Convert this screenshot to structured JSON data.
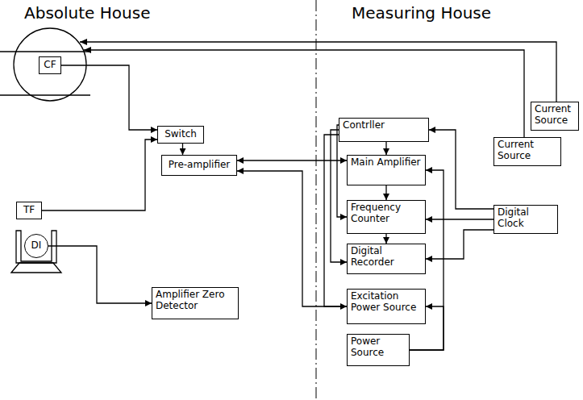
{
  "diagram": {
    "nodes": [
      {
        "text": [
          "CF"
        ]
      },
      {
        "text": [
          "Switch"
        ]
      },
      {
        "text": [
          "TF"
        ]
      },
      {
        "text": [
          "Pre-amplifier"
        ]
      },
      {
        "text": [
          "DI"
        ]
      },
      {
        "text": [
          "Amplifier Zero Detector"
        ]
      },
      {
        "text": [
          "Current Source"
        ]
      },
      {
        "text": [
          "Current Source"
        ]
      },
      {
        "text": [
          "Contrller"
        ]
      },
      {
        "text": [
          "Main Amplifier"
        ]
      },
      {
        "text": [
          "Frequency Counter"
        ]
      },
      {
        "text": [
          "Digital Recorder"
        ]
      },
      {
        "text": [
          "Excitation Power Source"
        ]
      },
      {
        "text": [
          "Digital Clock"
        ]
      },
      {
        "text": [
          "Power Source"
        ]
      }
    ],
    "edges": [
      {
        "from": 0,
        "to": 1,
        "arrow": "to"
      },
      {
        "from": 2,
        "to": 1,
        "arrow": "to"
      },
      {
        "from": 1,
        "to": 3,
        "arrow": "to"
      },
      {
        "from": 3,
        "to": 9,
        "arrow": "both"
      },
      {
        "from": 12,
        "to": 3,
        "arrow": "to"
      },
      {
        "from": 4,
        "to": 5,
        "arrow": "to"
      },
      {
        "from": 8,
        "to": 9,
        "arrow": "to"
      },
      {
        "from": 9,
        "to": 10,
        "arrow": "to"
      },
      {
        "from": 10,
        "to": 11,
        "arrow": "to"
      },
      {
        "from": 8,
        "to": 10,
        "arrow": "to"
      },
      {
        "from": 8,
        "to": 11,
        "arrow": "to"
      },
      {
        "from": 8,
        "to": 12,
        "arrow": "to"
      },
      {
        "from": 13,
        "to": 8,
        "arrow": "to"
      },
      {
        "from": 13,
        "to": 10,
        "arrow": "to"
      },
      {
        "from": 13,
        "to": 11,
        "arrow": "to"
      },
      {
        "from": 14,
        "to": 9,
        "arrow": "to"
      },
      {
        "from": 14,
        "to": 12,
        "arrow": "to"
      }
    ],
    "labels": [
      "Absolute House",
      "Measuring House"
    ]
  }
}
